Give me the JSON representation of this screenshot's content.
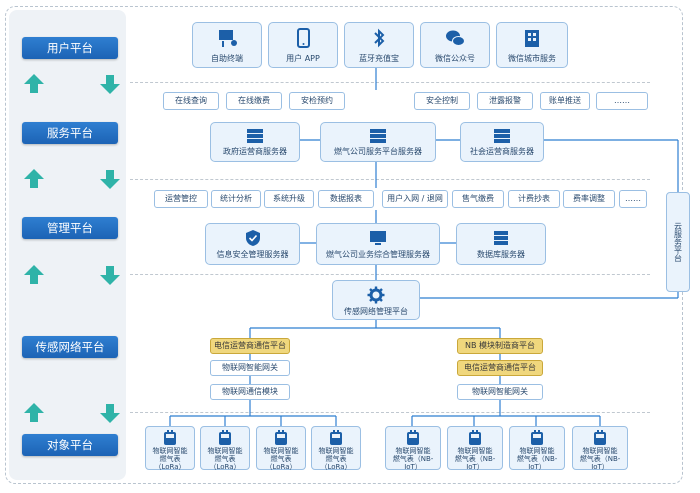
{
  "tiers": {
    "user": "用户平台",
    "service": "服务平台",
    "management": "管理平台",
    "sensing": "传感网络平台",
    "object": "对象平台"
  },
  "user_platform": [
    {
      "label": "自助终端",
      "icon": "self-service-terminal-icon"
    },
    {
      "label": "用户 APP",
      "icon": "mobile-phone-icon"
    },
    {
      "label": "蓝牙充值宝",
      "icon": "bluetooth-icon"
    },
    {
      "label": "微信公众号",
      "icon": "wechat-icon"
    },
    {
      "label": "微信城市服务",
      "icon": "building-icon"
    }
  ],
  "service_functions": [
    "在线查询",
    "在线缴费",
    "安检预约",
    "安全控制",
    "泄露报警",
    "账单推送",
    "……"
  ],
  "service_servers": [
    "政府运营商服务器",
    "燃气公司服务平台服务器",
    "社会运营商服务器"
  ],
  "management_functions": [
    "运营管控",
    "统计分析",
    "系统升级",
    "数据报表",
    "用户入网 / 退网",
    "售气缴费",
    "计费抄表",
    "费率调整",
    "……"
  ],
  "management_servers": [
    "信息安全管理服务器",
    "燃气公司业务综合管理服务器",
    "数据库服务器"
  ],
  "sensing_center": "传感网络管理平台",
  "cloud": "云服务平台",
  "sensing_left": {
    "carrier": "电信运营商通信平台",
    "gateway": "物联网智能网关",
    "module": "物联网通信模块"
  },
  "sensing_right": {
    "vendor": "NB 模块制造商平台",
    "carrier": "电信运营商通信平台",
    "gateway": "物联网智能网关"
  },
  "meters_lora": {
    "line1": "物联网智能",
    "line2": "燃气表（LoRa）"
  },
  "meters_nb": {
    "line1": "物联网智能",
    "line2": "燃气表（NB-IoT）"
  }
}
